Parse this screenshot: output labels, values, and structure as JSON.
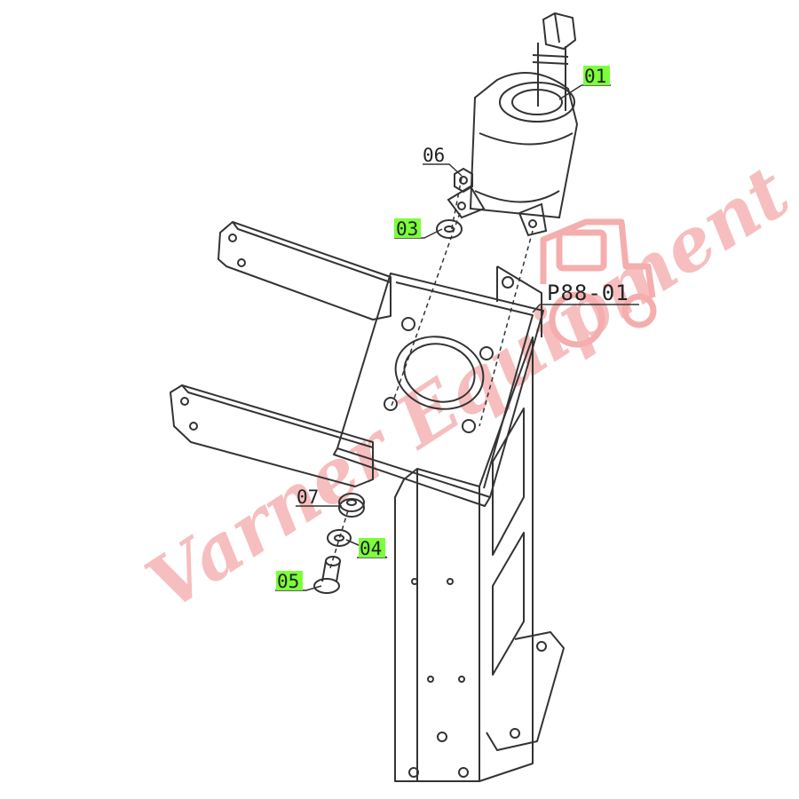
{
  "diagram": {
    "labels": {
      "part_01": "01",
      "part_03": "03",
      "part_04": "04",
      "part_05": "05",
      "part_06": "06",
      "part_07": "07",
      "assembly": "P88-01"
    },
    "watermark": "Varner Equipment",
    "colors": {
      "line": "#333333",
      "highlight": "#7cff3a",
      "watermark": "#f3a0a0",
      "background": "#ffffff"
    }
  }
}
